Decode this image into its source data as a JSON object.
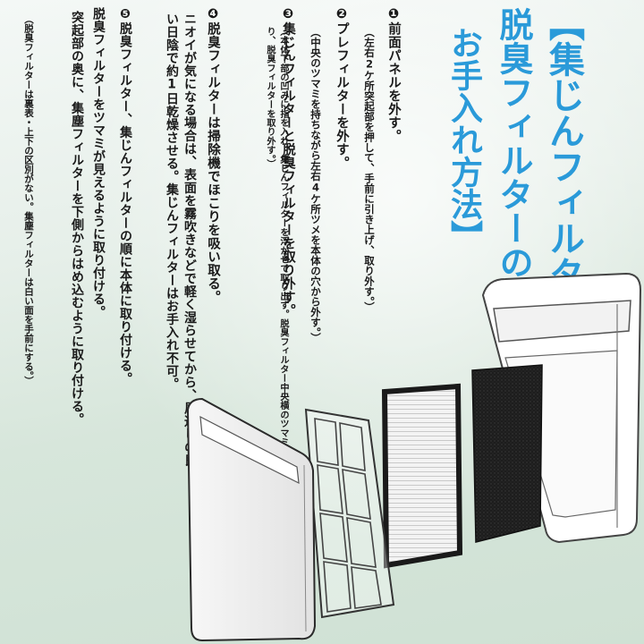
{
  "title": {
    "line1": "【集じんフィルターと",
    "line2": "脱臭フィルターの",
    "line3": "お手入れ方法】"
  },
  "steps": [
    {
      "text": "❶前面パネルを外す。",
      "note": "（左右2ケ所突起部を押して、手前に引き上げ、取り外す。）"
    },
    {
      "text": "❷プレフィルターを外す。",
      "note": "（中央のツマミを持ちながら左右4ケ所ツメを本体の穴から外す。）"
    },
    {
      "text": "❸集じんフィルターと脱臭フィルターを取り外す。",
      "note": "（本体下部の凹みに指を入れ、集じんフィルターを浮かせて取り出す。脱臭フィルター中央横のツマミをひっぱり、脱臭フィルターを取り外す。）"
    },
    {
      "text": "❹脱臭フィルターは掃除機でほこりを吸い取る。",
      "extra": "ニオイが気になる場合は、表面を霧吹きなどで軽く湿らせてから、風通しの良い日陰で約1日乾燥させる。集じんフィルターはお手入れ不可。"
    },
    {
      "text": "❺脱臭フィルター、集じんフィルターの順に本体に取り付ける。",
      "extra1": "脱臭フィルターをツマミが見えるように取り付ける。",
      "extra2": "突起部の奥に、集塵フィルターを下側からはめ込むように取り付ける。",
      "note": "（脱臭フィルターは裏表・上下の区別がない。集塵フィルターは白い面を手前にする。）"
    }
  ],
  "colors": {
    "title": "#2a9ad9",
    "text": "#1a1a1a"
  }
}
